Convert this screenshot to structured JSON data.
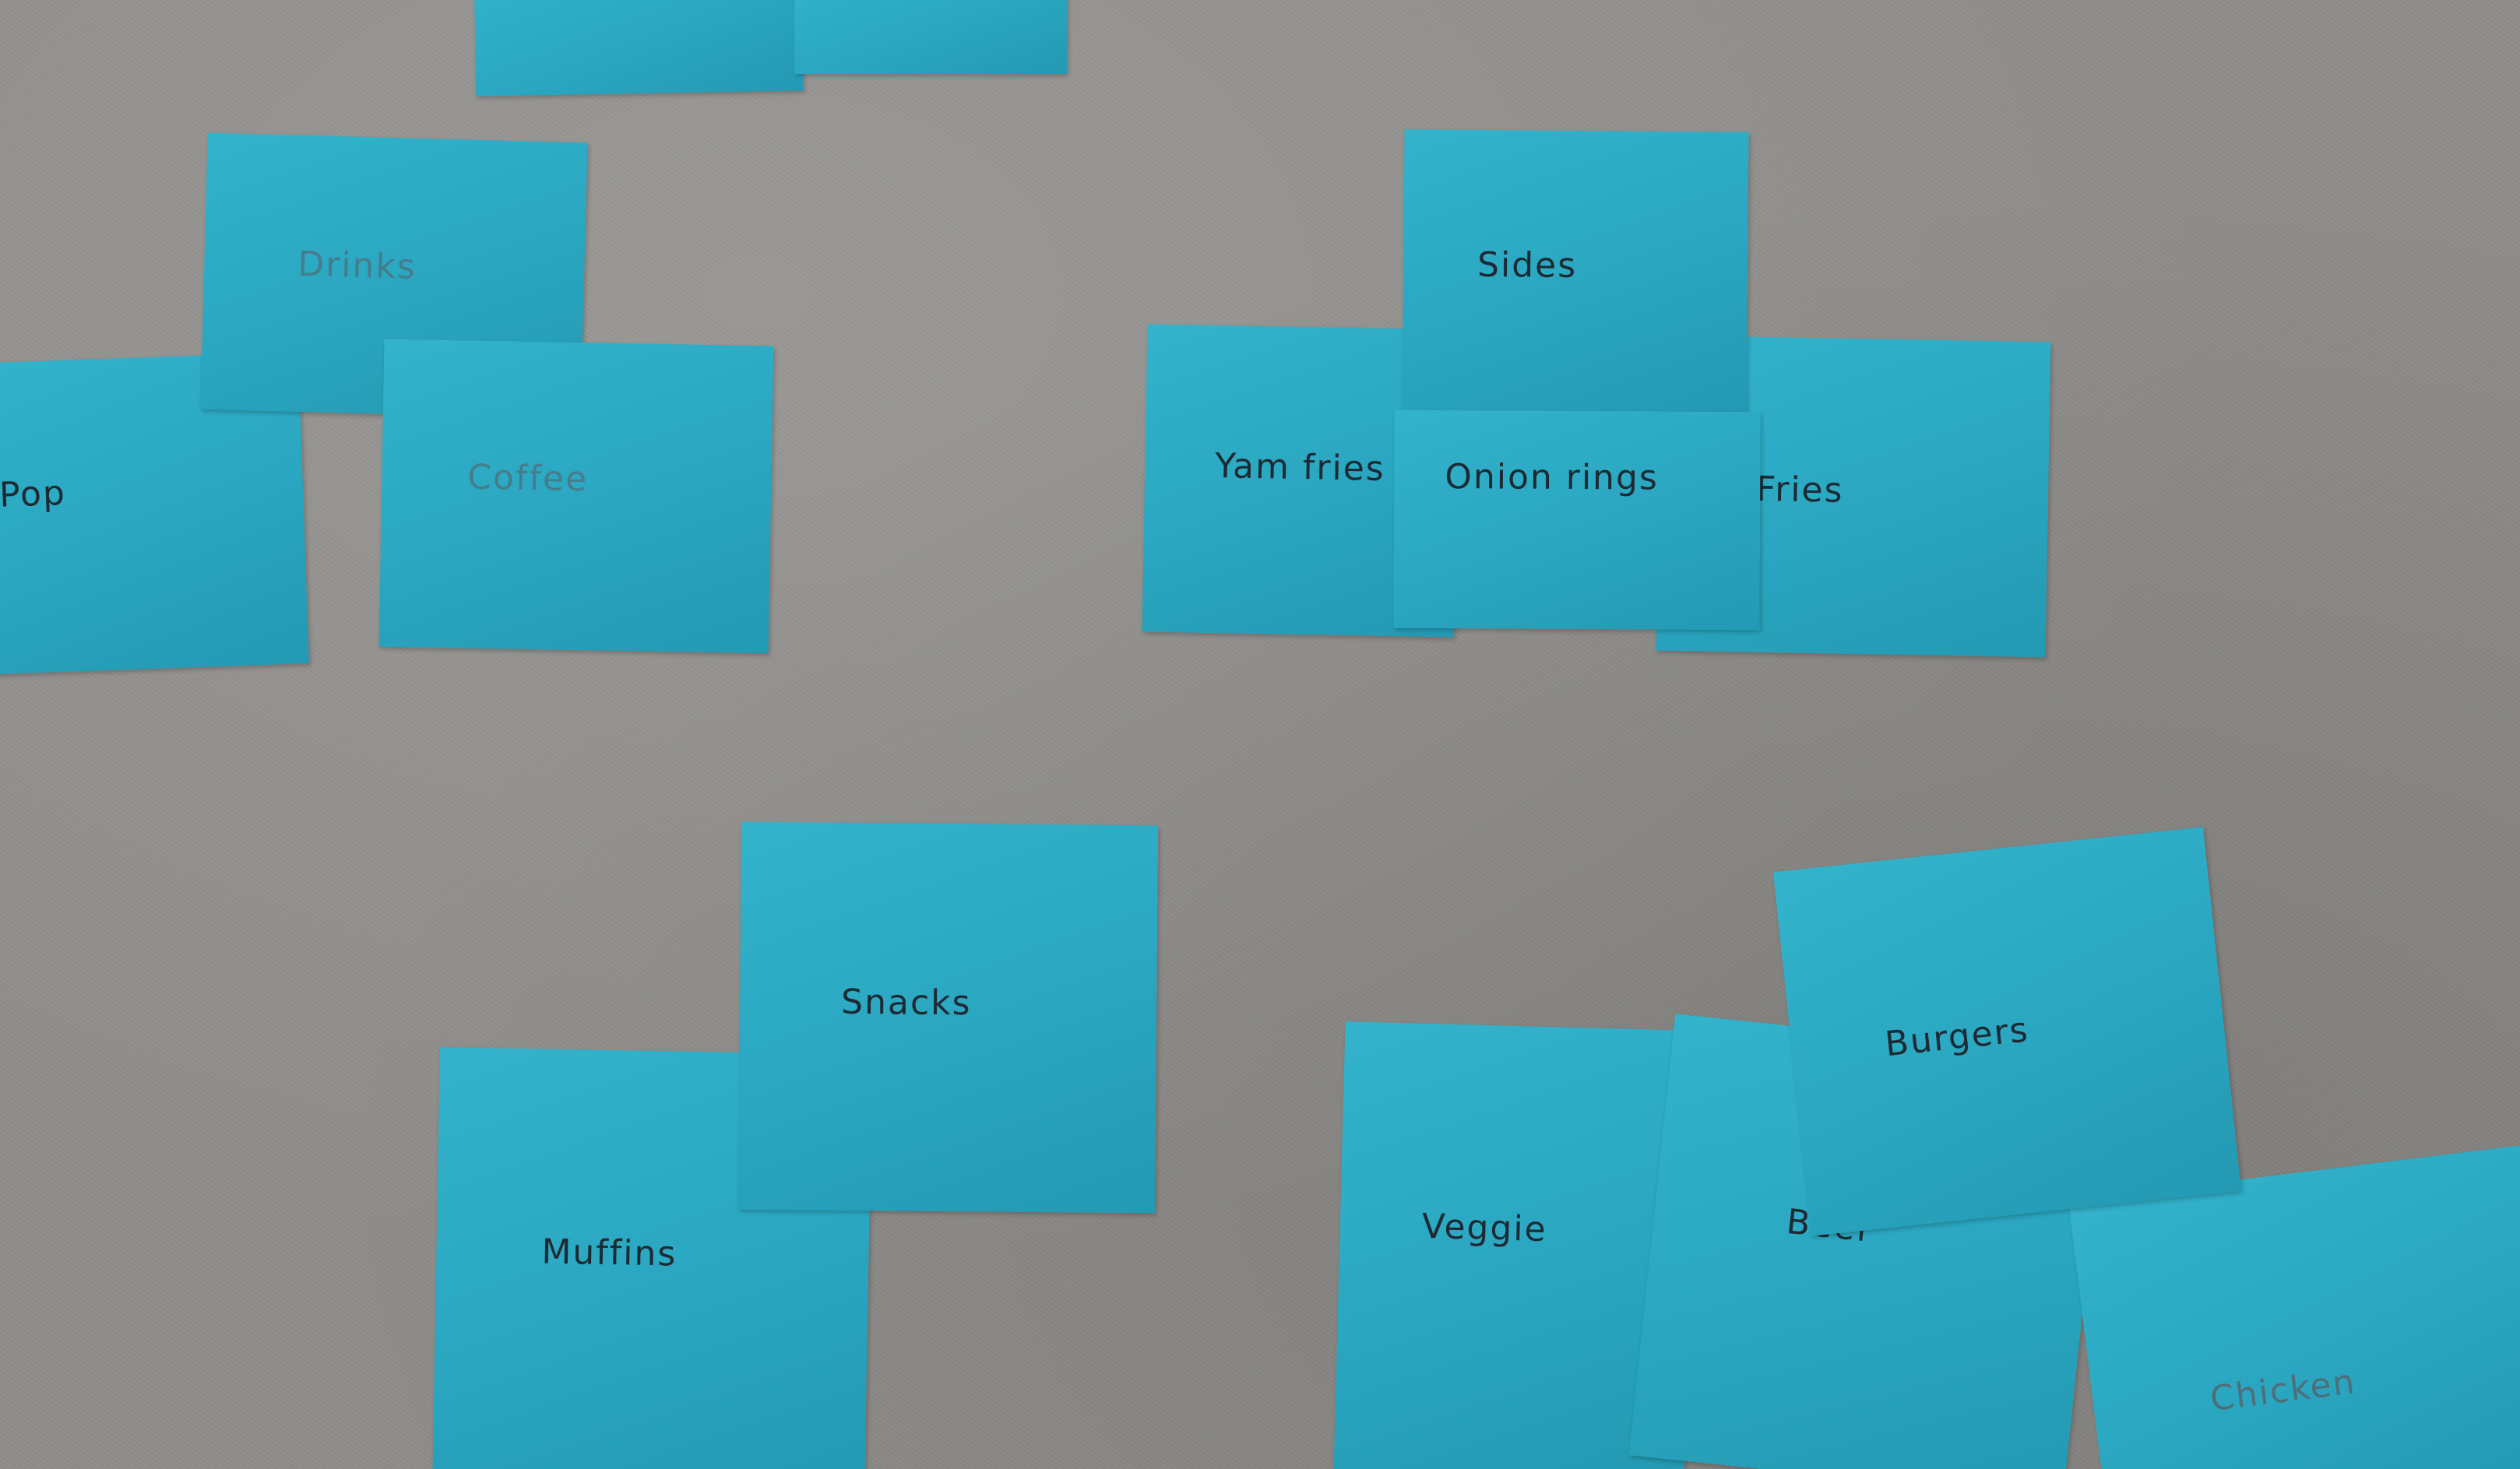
{
  "notes": {
    "drinks": "Drinks",
    "pop": "Pop",
    "coffee": "Coffee",
    "sides": "Sides",
    "yam_fries": "Yam fries",
    "onion_rings": "Onion rings",
    "fries": "Fries",
    "snacks": "Snacks",
    "muffins": "Muffins",
    "burgers": "Burgers",
    "veggie": "Veggie",
    "beef": "Beef",
    "chicken": "Chicken"
  },
  "colors": {
    "note": "#2aa6c0",
    "table": "#8f8d8a",
    "ink": "#1e2a33"
  }
}
